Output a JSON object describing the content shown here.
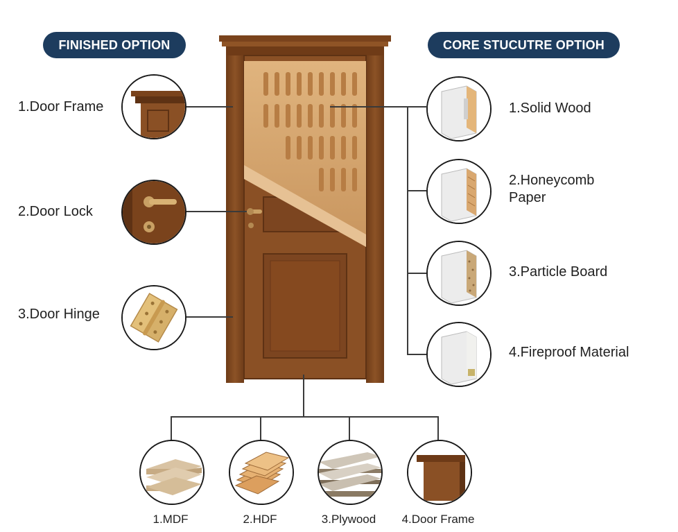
{
  "header": {
    "finished_option": "FINISHED OPTION",
    "core_structure_option": "CORE STUCUTRE OPTIOH"
  },
  "finished_items": [
    {
      "label": "1.Door Frame",
      "icon": "door-frame-icon"
    },
    {
      "label": "2.Door Lock",
      "icon": "door-lock-icon"
    },
    {
      "label": "3.Door Hinge",
      "icon": "door-hinge-icon"
    }
  ],
  "core_items": [
    {
      "label": "1.Solid Wood",
      "icon": "solid-wood-core-icon"
    },
    {
      "label": "2.Honeycomb Paper",
      "icon": "honeycomb-core-icon"
    },
    {
      "label": "3.Particle Board",
      "icon": "particle-board-core-icon"
    },
    {
      "label": "4.Fireproof Material",
      "icon": "fireproof-core-icon"
    }
  ],
  "material_items": [
    {
      "label": "1.MDF",
      "icon": "mdf-boards-icon"
    },
    {
      "label": "2.HDF",
      "icon": "hdf-boards-icon"
    },
    {
      "label": "3.Plywood",
      "icon": "plywood-boards-icon"
    },
    {
      "label": "4.Door Frame",
      "icon": "door-frame-section-icon"
    }
  ],
  "colors": {
    "pill_background": "#1d3c5e",
    "wood_dark": "#7a431c",
    "wood_mid": "#8f5426",
    "core_light": "#d9a870"
  }
}
